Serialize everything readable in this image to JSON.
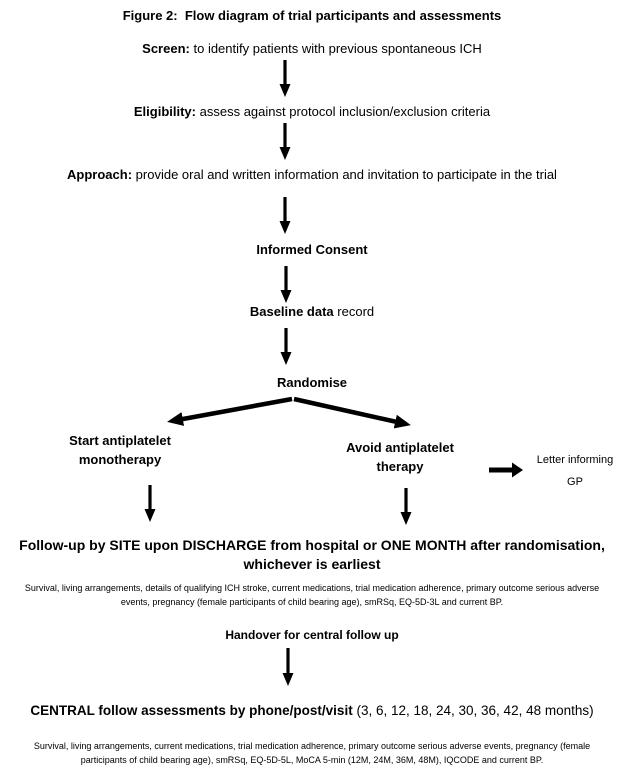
{
  "page": {
    "background": "#ffffff",
    "text_color": "#000000",
    "arrow_color": "#000000"
  },
  "title": "Figure 2:  Flow diagram of trial participants and assessments",
  "flow": {
    "screen": {
      "label": "Screen:",
      "text": "to identify patients with previous spontaneous ICH"
    },
    "eligibility": {
      "label": "Eligibility:",
      "text": "assess against protocol inclusion/exclusion criteria"
    },
    "approach": {
      "label": "Approach:",
      "text": "provide oral and written information and invitation to participate in the trial"
    },
    "informed_consent": "Informed Consent",
    "baseline": {
      "label": "Baseline data",
      "text": "record"
    },
    "randomise": "Randomise",
    "arm_left": "Start antiplatelet monotherapy",
    "arm_right": "Avoid antiplatelet therapy",
    "gp_letter": "Letter informing GP",
    "site_followup": {
      "heading": "Follow-up by SITE upon DISCHARGE from hospital or ONE MONTH after randomisation, whichever is earliest",
      "details": "Survival, living arrangements, details of qualifying ICH stroke, current medications, trial medication adherence, primary outcome serious adverse events, pregnancy (female participants of child bearing age), smRSq, EQ-5D-3L and current BP."
    },
    "handover": "Handover for central follow up",
    "central_followup": {
      "heading_bold": "CENTRAL follow assessments by phone/post/visit",
      "heading_suffix": "(3, 6, 12, 18, 24, 30, 36, 42, 48 months)",
      "details": "Survival, living arrangements, current medications, trial medication adherence, primary outcome serious adverse events, pregnancy (female participants of child bearing age), smRSq, EQ-5D-5L, MoCA 5-min (12M, 24M, 36M, 48M), IQCODE and current BP."
    }
  }
}
